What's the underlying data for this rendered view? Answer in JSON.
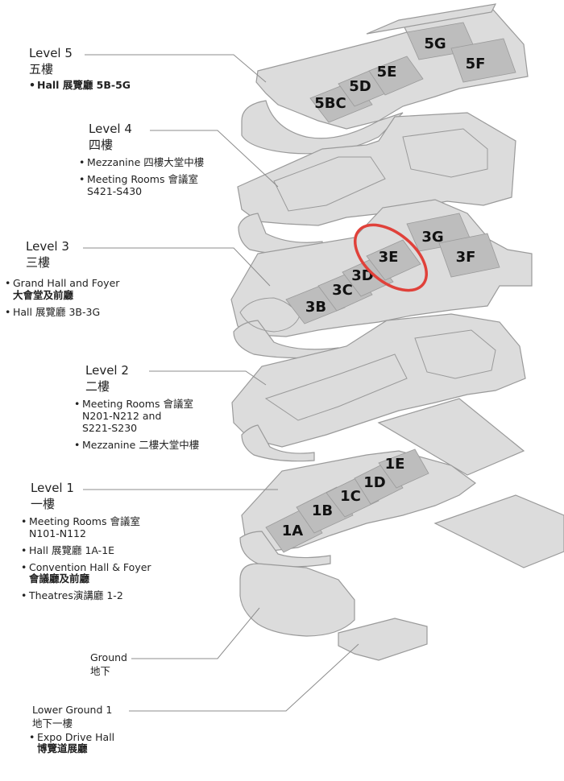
{
  "levels": {
    "l5": {
      "title": "Level 5",
      "cn": "五樓",
      "items": [
        {
          "text": "Hall 展覽廳 5B-5G"
        }
      ]
    },
    "l4": {
      "title": "Level 4",
      "cn": "四樓",
      "items": [
        {
          "text": "Mezzanine 四樓大堂中樓"
        },
        {
          "text": "Meeting Rooms 會議室",
          "sub": "S421-S430"
        }
      ]
    },
    "l3": {
      "title": "Level 3",
      "cn": "三樓",
      "items": [
        {
          "text": "Grand Hall and Foyer",
          "sub_bold": "大會堂及前廳"
        },
        {
          "text": "Hall 展覽廳 3B-3G"
        }
      ]
    },
    "l2": {
      "title": "Level 2",
      "cn": "二樓",
      "items": [
        {
          "text": "Meeting Rooms 會議室",
          "sub": "N201-N212 and",
          "sub2": "S221-S230"
        },
        {
          "text": "Mezzanine 二樓大堂中樓"
        }
      ]
    },
    "l1": {
      "title": "Level 1",
      "cn": "一樓",
      "items": [
        {
          "text": "Meeting Rooms 會議室",
          "sub": "N101-N112"
        },
        {
          "text": "Hall 展覽廳 1A-1E"
        },
        {
          "text": "Convention Hall & Foyer",
          "sub_bold": "會議廳及前廳"
        },
        {
          "text": "Theatres演講廳 1-2"
        }
      ]
    },
    "g": {
      "title": "Ground",
      "cn": "地下"
    },
    "lg": {
      "title": "Lower Ground 1",
      "cn": "地下一樓",
      "items": [
        {
          "text": "Expo Drive Hall",
          "sub_bold": "博覽道展廳"
        }
      ]
    }
  },
  "halls": {
    "h5BC": "5BC",
    "h5D": "5D",
    "h5E": "5E",
    "h5G": "5G",
    "h5F": "5F",
    "h3B": "3B",
    "h3C": "3C",
    "h3D": "3D",
    "h3E": "3E",
    "h3G": "3G",
    "h3F": "3F",
    "h1A": "1A",
    "h1B": "1B",
    "h1C": "1C",
    "h1D": "1D",
    "h1E": "1E"
  },
  "colors": {
    "floor": "#dcdcdc",
    "floor_edge": "#9a9a9a",
    "hall": "#bdbdbd",
    "leader": "#8c8c8c",
    "highlight": "#e0413a"
  }
}
